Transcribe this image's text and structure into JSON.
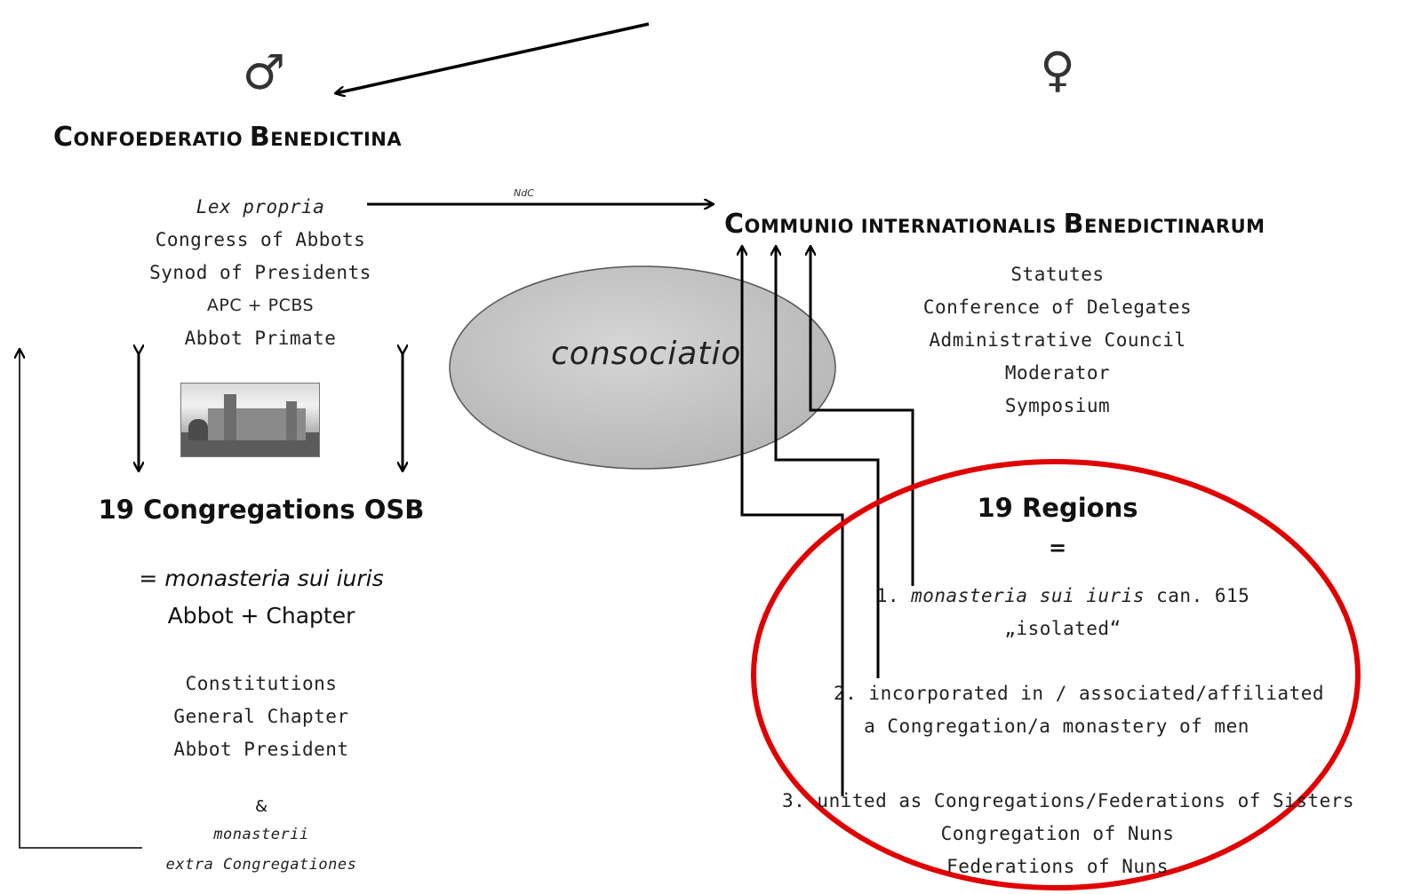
{
  "symbols": {
    "male": "♂",
    "female": "♀"
  },
  "left": {
    "title_first": "C",
    "title_rest1": "ONFOEDERATIO ",
    "title_b": "B",
    "title_rest2": "ENEDICTINA",
    "governance": [
      "Lex propria",
      "Congress of Abbots",
      "Synod of Presidents",
      "APC + PCBS",
      "Abbot Primate"
    ],
    "congregations_heading": "19 Congregations OSB",
    "monasteria_prefix": "= ",
    "monasteria_italic": "monasteria sui iuris",
    "abbot_chapter": "Abbot + Chapter",
    "structure": [
      "Constitutions",
      "General Chapter",
      "Abbot President"
    ],
    "ampersand": "&",
    "extra": [
      "monasterii",
      "extra Congregationes"
    ]
  },
  "center": {
    "arrow_label": "NdC",
    "ellipse_label": "consociatio"
  },
  "right": {
    "title_c": "C",
    "title_rest1": "OMMUNIO INTERNATIONALIS ",
    "title_b": "B",
    "title_rest2": "ENEDICTINARUM",
    "governance": [
      "Statutes",
      "Conference of Delegates",
      "Administrative Council",
      "Moderator",
      "Symposium"
    ],
    "regions_heading": "19 Regions",
    "equals": "=",
    "item1_prefix": "1. ",
    "item1_italic": "monasteria sui iuris",
    "item1_suffix": " can. 615",
    "item1_note": "„isolated“",
    "item2_line1": "2. incorporated in / associated/affiliated",
    "item2_line2": "a Congregation/a monastery of men",
    "item3_line1": "3. united as Congregations/Federations of Sisters",
    "item3_line2": "Congregation of Nuns",
    "item3_line3": "Federations of Nuns"
  },
  "colors": {
    "highlight_circle": "#e00000",
    "ellipse_fill": "#c8c8c8",
    "line": "#000000"
  }
}
